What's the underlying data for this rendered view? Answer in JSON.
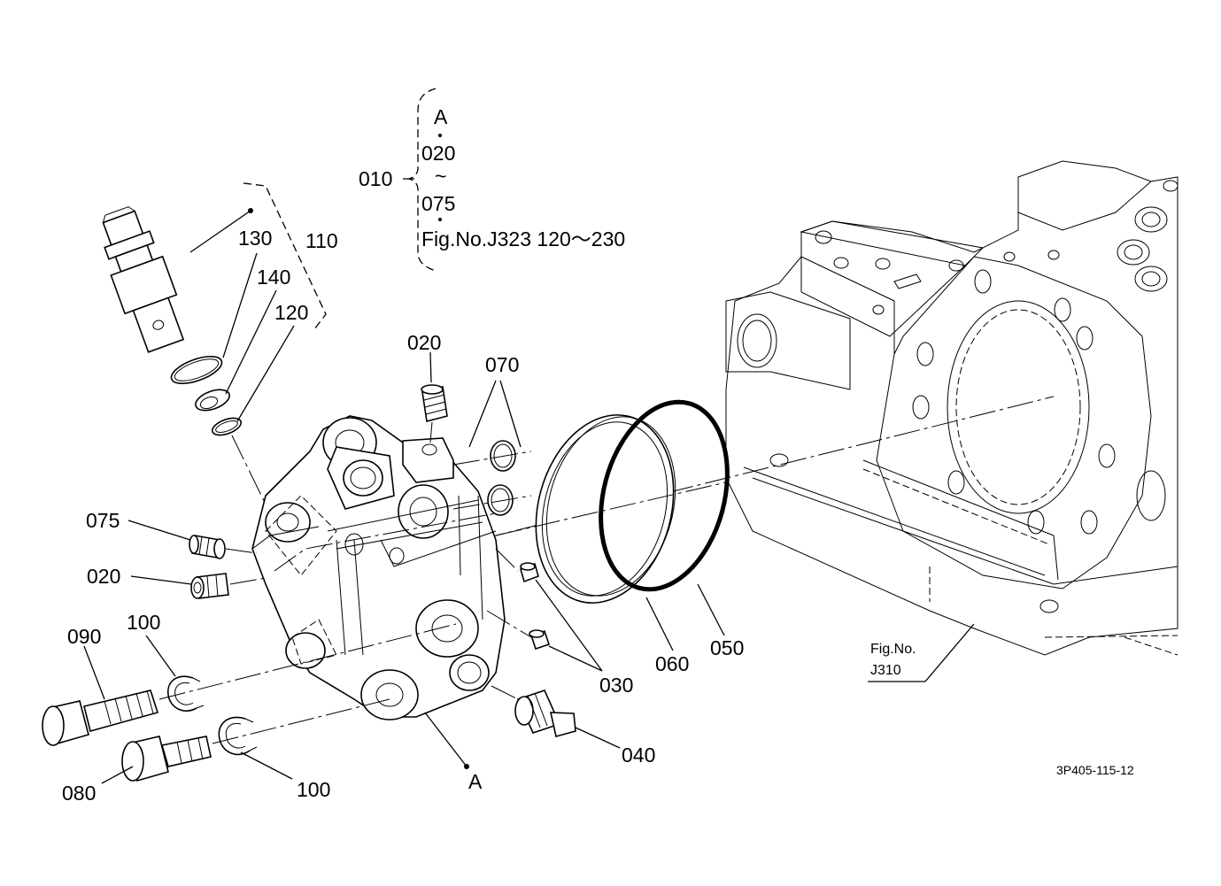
{
  "group_bracket": {
    "assembly_no": "010",
    "line_1": "A",
    "line_2": "020",
    "range_symbol": "~",
    "line_3": "075",
    "reference": "Fig.No.J323  120〜230"
  },
  "valve_assembly": {
    "assembly_no": "110",
    "parts": [
      "130",
      "140",
      "120"
    ]
  },
  "callouts": {
    "p020_top": "020",
    "p070": "070",
    "p075": "075",
    "p020_left": "020",
    "p090": "090",
    "p100_top": "100",
    "p080": "080",
    "p100_bottom": "100",
    "p060": "060",
    "p050": "050",
    "p030": "030",
    "p040": "040",
    "point_a": "A"
  },
  "reference_figure": {
    "line_1": "Fig.No.",
    "line_2": "J310"
  },
  "drawing_number": "3P405-115-12"
}
